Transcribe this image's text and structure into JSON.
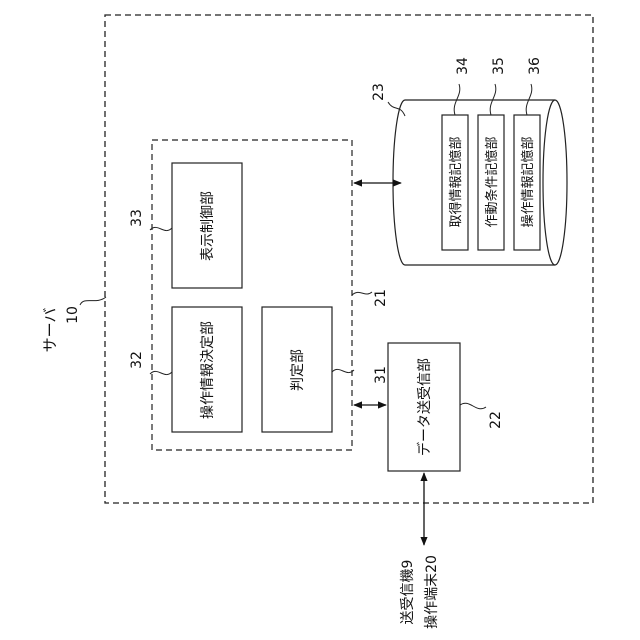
{
  "server": {
    "label": "サーバ",
    "ref": "10"
  },
  "controller": {
    "ref": "21"
  },
  "database": {
    "ref": "23",
    "stores": [
      {
        "label": "取得情報記憶部",
        "ref": "34"
      },
      {
        "label": "作動条件記憶部",
        "ref": "35"
      },
      {
        "label": "操作情報記憶部",
        "ref": "36"
      }
    ]
  },
  "units": {
    "display_control": {
      "label": "表示制御部",
      "ref": "33"
    },
    "operation_decision": {
      "label": "操作情報決定部",
      "ref": "32"
    },
    "judgment": {
      "label": "判定部",
      "ref": "31"
    },
    "data_transceiver": {
      "label": "データ送受信部",
      "ref": "22"
    }
  },
  "external": {
    "transceiver": "送受信機9",
    "terminal": "操作端末20"
  }
}
